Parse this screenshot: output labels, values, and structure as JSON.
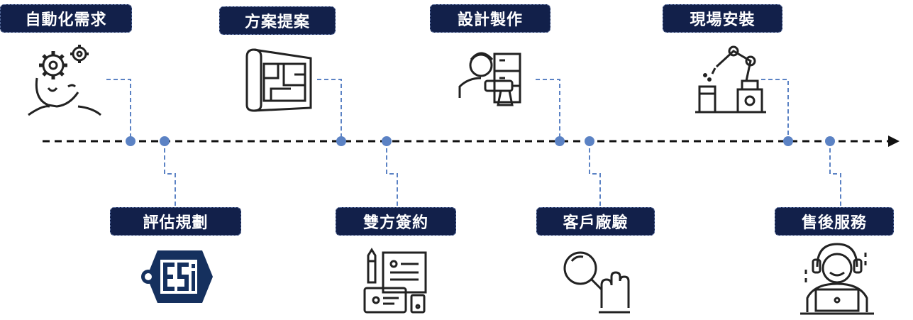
{
  "colors": {
    "label_bg": "#12204a",
    "label_text": "#ffffff",
    "timeline": "#111111",
    "connector": "#5b82c4",
    "node": "#5b82c4",
    "icon_stroke": "#222222"
  },
  "steps": [
    {
      "label": "自動化需求",
      "icon": "gears-head-icon"
    },
    {
      "label": "評估規劃",
      "icon": "esi-logo-icon"
    },
    {
      "label": "方案提案",
      "icon": "blueprint-icon"
    },
    {
      "label": "雙方簽約",
      "icon": "contract-icon"
    },
    {
      "label": "設計製作",
      "icon": "technician-drill-icon"
    },
    {
      "label": "客戶廠驗",
      "icon": "magnifier-hand-icon"
    },
    {
      "label": "現場安裝",
      "icon": "robot-arm-icon"
    },
    {
      "label": "售後服務",
      "icon": "support-agent-icon"
    }
  ]
}
